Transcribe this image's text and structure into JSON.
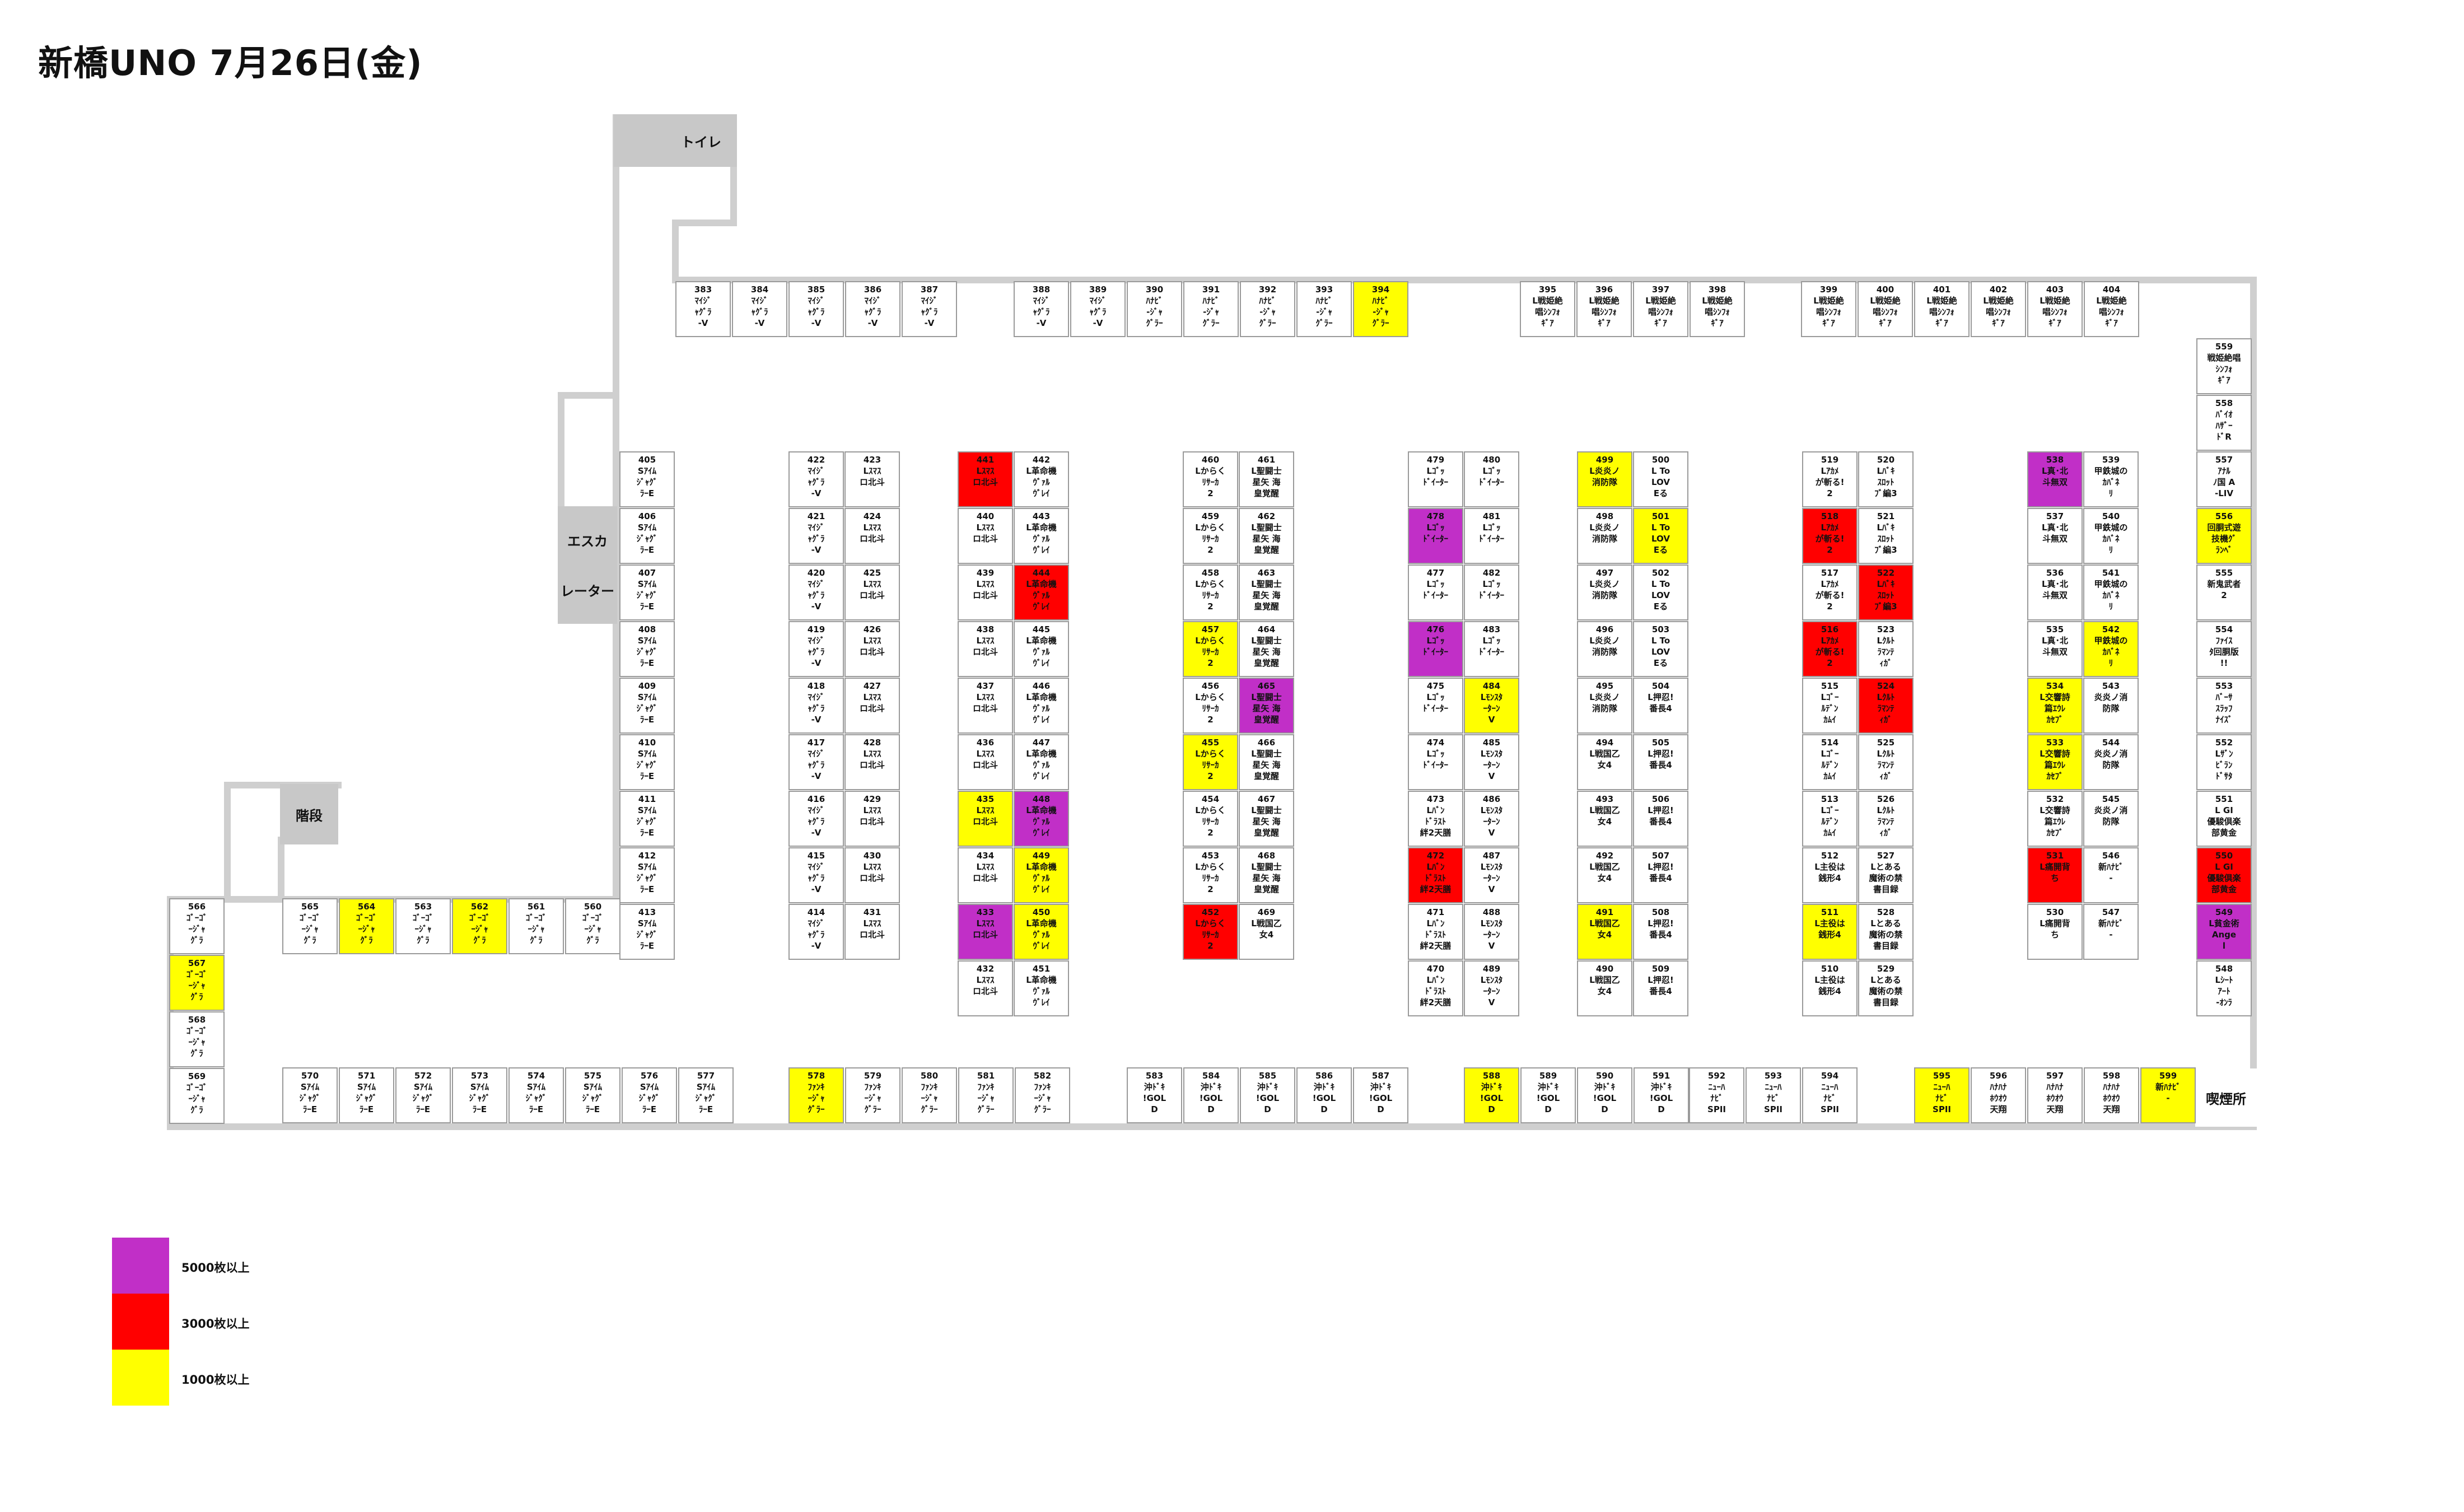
{
  "title": "新橋UNO 7月26日(金)",
  "colors": {
    "m5000": "#c12fc7",
    "m3000": "#ff0000",
    "m1000": "#ffff00"
  },
  "areas": {
    "toilet": "トイレ",
    "escalator1": "エスカ",
    "escalator2": "レーター",
    "stairs": "階段",
    "smoking": "喫煙所"
  },
  "legend": [
    {
      "label": "5000枚以上",
      "tier": "m5000"
    },
    {
      "label": "3000枚以上",
      "tier": "m3000"
    },
    {
      "label": "1000枚以上",
      "tier": "m1000"
    }
  ],
  "machines": [
    {
      "n": "383",
      "t": "ﾏｲｼﾞ\nｬｸﾞﾗ\n-V"
    },
    {
      "n": "384",
      "t": "ﾏｲｼﾞ\nｬｸﾞﾗ\n-V"
    },
    {
      "n": "385",
      "t": "ﾏｲｼﾞ\nｬｸﾞﾗ\n-V"
    },
    {
      "n": "386",
      "t": "ﾏｲｼﾞ\nｬｸﾞﾗ\n-V"
    },
    {
      "n": "387",
      "t": "ﾏｲｼﾞ\nｬｸﾞﾗ\n-V"
    },
    {
      "n": "388",
      "t": "ﾏｲｼﾞ\nｬｸﾞﾗ\n-V"
    },
    {
      "n": "389",
      "t": "ﾏｲｼﾞ\nｬｸﾞﾗ\n-V"
    },
    {
      "n": "390",
      "t": "ﾊﾅﾋﾞ\n-ｼﾞｬ\nｸﾞﾗｰ"
    },
    {
      "n": "391",
      "t": "ﾊﾅﾋﾞ\n-ｼﾞｬ\nｸﾞﾗｰ"
    },
    {
      "n": "392",
      "t": "ﾊﾅﾋﾞ\n-ｼﾞｬ\nｸﾞﾗｰ"
    },
    {
      "n": "393",
      "t": "ﾊﾅﾋﾞ\n-ｼﾞｬ\nｸﾞﾗｰ"
    },
    {
      "n": "394",
      "t": "ﾊﾅﾋﾞ\n-ｼﾞｬ\nｸﾞﾗｰ",
      "c": "m1000"
    },
    {
      "n": "395",
      "t": "L戦姫絶\n唱ｼﾝﾌｫ\nｷﾞｱ"
    },
    {
      "n": "396",
      "t": "L戦姫絶\n唱ｼﾝﾌｫ\nｷﾞｱ"
    },
    {
      "n": "397",
      "t": "L戦姫絶\n唱ｼﾝﾌｫ\nｷﾞｱ"
    },
    {
      "n": "398",
      "t": "L戦姫絶\n唱ｼﾝﾌｫ\nｷﾞｱ"
    },
    {
      "n": "399",
      "t": "L戦姫絶\n唱ｼﾝﾌｫ\nｷﾞｱ"
    },
    {
      "n": "400",
      "t": "L戦姫絶\n唱ｼﾝﾌｫ\nｷﾞｱ"
    },
    {
      "n": "401",
      "t": "L戦姫絶\n唱ｼﾝﾌｫ\nｷﾞｱ"
    },
    {
      "n": "402",
      "t": "L戦姫絶\n唱ｼﾝﾌｫ\nｷﾞｱ"
    },
    {
      "n": "403",
      "t": "L戦姫絶\n唱ｼﾝﾌｫ\nｷﾞｱ"
    },
    {
      "n": "404",
      "t": "L戦姫絶\n唱ｼﾝﾌｫ\nｷﾞｱ"
    },
    {
      "n": "405",
      "t": "Sｱｲﾑ\nｼﾞｬｸﾞ\nﾗｰE"
    },
    {
      "n": "406",
      "t": "Sｱｲﾑ\nｼﾞｬｸﾞ\nﾗｰE"
    },
    {
      "n": "407",
      "t": "Sｱｲﾑ\nｼﾞｬｸﾞ\nﾗｰE"
    },
    {
      "n": "408",
      "t": "Sｱｲﾑ\nｼﾞｬｸﾞ\nﾗｰE"
    },
    {
      "n": "409",
      "t": "Sｱｲﾑ\nｼﾞｬｸﾞ\nﾗｰE"
    },
    {
      "n": "410",
      "t": "Sｱｲﾑ\nｼﾞｬｸﾞ\nﾗｰE"
    },
    {
      "n": "411",
      "t": "Sｱｲﾑ\nｼﾞｬｸﾞ\nﾗｰE"
    },
    {
      "n": "412",
      "t": "Sｱｲﾑ\nｼﾞｬｸﾞ\nﾗｰE"
    },
    {
      "n": "413",
      "t": "Sｱｲﾑ\nｼﾞｬｸﾞ\nﾗｰE"
    },
    {
      "n": "422",
      "t": "ﾏｲｼﾞ\nｬｸﾞﾗ\n-V"
    },
    {
      "n": "421",
      "t": "ﾏｲｼﾞ\nｬｸﾞﾗ\n-V"
    },
    {
      "n": "420",
      "t": "ﾏｲｼﾞ\nｬｸﾞﾗ\n-V"
    },
    {
      "n": "419",
      "t": "ﾏｲｼﾞ\nｬｸﾞﾗ\n-V"
    },
    {
      "n": "418",
      "t": "ﾏｲｼﾞ\nｬｸﾞﾗ\n-V"
    },
    {
      "n": "417",
      "t": "ﾏｲｼﾞ\nｬｸﾞﾗ\n-V"
    },
    {
      "n": "416",
      "t": "ﾏｲｼﾞ\nｬｸﾞﾗ\n-V"
    },
    {
      "n": "415",
      "t": "ﾏｲｼﾞ\nｬｸﾞﾗ\n-V"
    },
    {
      "n": "414",
      "t": "ﾏｲｼﾞ\nｬｸﾞﾗ\n-V"
    },
    {
      "n": "423",
      "t": "Lｽﾏｽ\n ロ北斗"
    },
    {
      "n": "424",
      "t": "Lｽﾏｽ\n ロ北斗"
    },
    {
      "n": "425",
      "t": "Lｽﾏｽ\n ロ北斗"
    },
    {
      "n": "426",
      "t": "Lｽﾏｽ\n ロ北斗"
    },
    {
      "n": "427",
      "t": "Lｽﾏｽ\n ロ北斗"
    },
    {
      "n": "428",
      "t": "Lｽﾏｽ\n ロ北斗"
    },
    {
      "n": "429",
      "t": "Lｽﾏｽ\n ロ北斗"
    },
    {
      "n": "430",
      "t": "Lｽﾏｽ\n ロ北斗"
    },
    {
      "n": "431",
      "t": "Lｽﾏｽ\n ロ北斗"
    },
    {
      "n": "441",
      "t": "Lｽﾏｽ\n ロ北斗",
      "c": "m3000"
    },
    {
      "n": "440",
      "t": "Lｽﾏｽ\n ロ北斗"
    },
    {
      "n": "439",
      "t": "Lｽﾏｽ\n ロ北斗"
    },
    {
      "n": "438",
      "t": "Lｽﾏｽ\n ロ北斗"
    },
    {
      "n": "437",
      "t": "Lｽﾏｽ\n ロ北斗"
    },
    {
      "n": "436",
      "t": "Lｽﾏｽ\n ロ北斗"
    },
    {
      "n": "435",
      "t": "Lｽﾏｽ\n ロ北斗",
      "c": "m1000"
    },
    {
      "n": "434",
      "t": "Lｽﾏｽ\n ロ北斗"
    },
    {
      "n": "433",
      "t": "Lｽﾏｽ\n ロ北斗",
      "c": "m5000"
    },
    {
      "n": "432",
      "t": "Lｽﾏｽ\n ロ北斗"
    },
    {
      "n": "442",
      "t": "L革命機\nｳﾞｧﾙ\nｳﾞﾚｲ"
    },
    {
      "n": "443",
      "t": "L革命機\nｳﾞｧﾙ\nｳﾞﾚｲ"
    },
    {
      "n": "444",
      "t": "L革命機\nｳﾞｧﾙ\nｳﾞﾚｲ",
      "c": "m3000"
    },
    {
      "n": "445",
      "t": "L革命機\nｳﾞｧﾙ\nｳﾞﾚｲ"
    },
    {
      "n": "446",
      "t": "L革命機\nｳﾞｧﾙ\nｳﾞﾚｲ"
    },
    {
      "n": "447",
      "t": "L革命機\nｳﾞｧﾙ\nｳﾞﾚｲ"
    },
    {
      "n": "448",
      "t": "L革命機\nｳﾞｧﾙ\nｳﾞﾚｲ",
      "c": "m5000"
    },
    {
      "n": "449",
      "t": "L革命機\nｳﾞｧﾙ\nｳﾞﾚｲ",
      "c": "m1000"
    },
    {
      "n": "450",
      "t": "L革命機\nｳﾞｧﾙ\nｳﾞﾚｲ",
      "c": "m1000"
    },
    {
      "n": "451",
      "t": "L革命機\nｳﾞｧﾙ\nｳﾞﾚｲ"
    },
    {
      "n": "460",
      "t": "Lからく\nﾘｻｰｶ\n2"
    },
    {
      "n": "459",
      "t": "Lからく\nﾘｻｰｶ\n2"
    },
    {
      "n": "458",
      "t": "Lからく\nﾘｻｰｶ\n2"
    },
    {
      "n": "457",
      "t": "Lからく\nﾘｻｰｶ\n2",
      "c": "m1000"
    },
    {
      "n": "456",
      "t": "Lからく\nﾘｻｰｶ\n2"
    },
    {
      "n": "455",
      "t": "Lからく\nﾘｻｰｶ\n2",
      "c": "m1000"
    },
    {
      "n": "454",
      "t": "Lからく\nﾘｻｰｶ\n2"
    },
    {
      "n": "453",
      "t": "Lからく\nﾘｻｰｶ\n2"
    },
    {
      "n": "452",
      "t": "Lからく\nﾘｻｰｶ\n2",
      "c": "m3000"
    },
    {
      "n": "461",
      "t": "L聖闘士\n星矢 海\n皇覚醒"
    },
    {
      "n": "462",
      "t": "L聖闘士\n星矢 海\n皇覚醒"
    },
    {
      "n": "463",
      "t": "L聖闘士\n星矢 海\n皇覚醒"
    },
    {
      "n": "464",
      "t": "L聖闘士\n星矢 海\n皇覚醒"
    },
    {
      "n": "465",
      "t": "L聖闘士\n星矢 海\n皇覚醒",
      "c": "m5000"
    },
    {
      "n": "466",
      "t": "L聖闘士\n星矢 海\n皇覚醒"
    },
    {
      "n": "467",
      "t": "L聖闘士\n星矢 海\n皇覚醒"
    },
    {
      "n": "468",
      "t": "L聖闘士\n星矢 海\n皇覚醒"
    },
    {
      "n": "469",
      "t": "L戦国乙\n女4"
    },
    {
      "n": "479",
      "t": "Lｺﾞｯ\nﾄﾞｲｰﾀｰ"
    },
    {
      "n": "478",
      "t": "Lｺﾞｯ\nﾄﾞｲｰﾀｰ",
      "c": "m5000"
    },
    {
      "n": "477",
      "t": "Lｺﾞｯ\nﾄﾞｲｰﾀｰ"
    },
    {
      "n": "476",
      "t": "Lｺﾞｯ\nﾄﾞｲｰﾀｰ",
      "c": "m5000"
    },
    {
      "n": "475",
      "t": "Lｺﾞｯ\nﾄﾞｲｰﾀｰ"
    },
    {
      "n": "474",
      "t": "Lｺﾞｯ\nﾄﾞｲｰﾀｰ"
    },
    {
      "n": "473",
      "t": "Lﾊﾞﾝ\nﾄﾞﾗｽﾄ\n絆2天膳"
    },
    {
      "n": "472",
      "t": "Lﾊﾞﾝ\nﾄﾞﾗｽﾄ\n絆2天膳",
      "c": "m3000"
    },
    {
      "n": "471",
      "t": "Lﾊﾞﾝ\nﾄﾞﾗｽﾄ\n絆2天膳"
    },
    {
      "n": "470",
      "t": "Lﾊﾞﾝ\nﾄﾞﾗｽﾄ\n絆2天膳"
    },
    {
      "n": "480",
      "t": "Lｺﾞｯ\nﾄﾞｲｰﾀｰ"
    },
    {
      "n": "481",
      "t": "Lｺﾞｯ\nﾄﾞｲｰﾀｰ"
    },
    {
      "n": "482",
      "t": "Lｺﾞｯ\nﾄﾞｲｰﾀｰ"
    },
    {
      "n": "483",
      "t": "Lｺﾞｯ\nﾄﾞｲｰﾀｰ"
    },
    {
      "n": "484",
      "t": "Lﾓﾝｽﾀ\nｰﾀｰﾝ\nV",
      "c": "m1000"
    },
    {
      "n": "485",
      "t": "Lﾓﾝｽﾀ\nｰﾀｰﾝ\nV"
    },
    {
      "n": "486",
      "t": "Lﾓﾝｽﾀ\nｰﾀｰﾝ\nV"
    },
    {
      "n": "487",
      "t": "Lﾓﾝｽﾀ\nｰﾀｰﾝ\nV"
    },
    {
      "n": "488",
      "t": "Lﾓﾝｽﾀ\nｰﾀｰﾝ\nV"
    },
    {
      "n": "489",
      "t": "Lﾓﾝｽﾀ\nｰﾀｰﾝ\nV"
    },
    {
      "n": "499",
      "t": "L炎炎ノ\n消防隊",
      "c": "m1000"
    },
    {
      "n": "498",
      "t": "L炎炎ノ\n消防隊"
    },
    {
      "n": "497",
      "t": "L炎炎ノ\n消防隊"
    },
    {
      "n": "496",
      "t": "L炎炎ノ\n消防隊"
    },
    {
      "n": "495",
      "t": "L炎炎ノ\n消防隊"
    },
    {
      "n": "494",
      "t": "L戦国乙\n女4"
    },
    {
      "n": "493",
      "t": "L戦国乙\n女4"
    },
    {
      "n": "492",
      "t": "L戦国乙\n女4"
    },
    {
      "n": "491",
      "t": "L戦国乙\n女4",
      "c": "m1000"
    },
    {
      "n": "490",
      "t": "L戦国乙\n女4"
    },
    {
      "n": "500",
      "t": "L To\nLOV\nEる"
    },
    {
      "n": "501",
      "t": "L To\nLOV\nEる",
      "c": "m1000"
    },
    {
      "n": "502",
      "t": "L To\nLOV\nEる"
    },
    {
      "n": "503",
      "t": "L To\nLOV\nEる"
    },
    {
      "n": "504",
      "t": "L押忍!\n番長4"
    },
    {
      "n": "505",
      "t": "L押忍!\n番長4"
    },
    {
      "n": "506",
      "t": "L押忍!\n番長4"
    },
    {
      "n": "507",
      "t": "L押忍!\n番長4"
    },
    {
      "n": "508",
      "t": "L押忍!\n番長4"
    },
    {
      "n": "509",
      "t": "L押忍!\n番長4"
    },
    {
      "n": "519",
      "t": "Lｱｶﾒ\nが斬る!\n2"
    },
    {
      "n": "518",
      "t": "Lｱｶﾒ\nが斬る!\n2",
      "c": "m3000"
    },
    {
      "n": "517",
      "t": "Lｱｶﾒ\nが斬る!\n2"
    },
    {
      "n": "516",
      "t": "Lｱｶﾒ\nが斬る!\n2",
      "c": "m3000"
    },
    {
      "n": "515",
      "t": "Lｺﾞｰ\nﾙﾃﾞﾝ\nｶﾑｲ"
    },
    {
      "n": "514",
      "t": "Lｺﾞｰ\nﾙﾃﾞﾝ\nｶﾑｲ"
    },
    {
      "n": "513",
      "t": "Lｺﾞｰ\nﾙﾃﾞﾝ\nｶﾑｲ"
    },
    {
      "n": "512",
      "t": "L主役は\n銭形4"
    },
    {
      "n": "511",
      "t": "L主役は\n銭形4",
      "c": "m1000"
    },
    {
      "n": "510",
      "t": "L主役は\n銭形4"
    },
    {
      "n": "520",
      "t": "Lﾊﾞｷ\nｽﾛｯﾄ\nﾌﾞ編3"
    },
    {
      "n": "521",
      "t": "Lﾊﾞｷ\nｽﾛｯﾄ\nﾌﾞ編3"
    },
    {
      "n": "522",
      "t": "Lﾊﾞｷ\nｽﾛｯﾄ\nﾌﾞ編3",
      "c": "m3000"
    },
    {
      "n": "523",
      "t": "Lｸﾙﾄ\nﾗﾏﾝﾃ\nｨｶﾞ"
    },
    {
      "n": "524",
      "t": "Lｸﾙﾄ\nﾗﾏﾝﾃ\nｨｶﾞ",
      "c": "m3000"
    },
    {
      "n": "525",
      "t": "Lｸﾙﾄ\nﾗﾏﾝﾃ\nｨｶﾞ"
    },
    {
      "n": "526",
      "t": "Lｸﾙﾄ\nﾗﾏﾝﾃ\nｨｶﾞ"
    },
    {
      "n": "527",
      "t": "Lとある\n魔術の禁\n書目録"
    },
    {
      "n": "528",
      "t": "Lとある\n魔術の禁\n書目録"
    },
    {
      "n": "529",
      "t": "Lとある\n魔術の禁\n書目録"
    },
    {
      "n": "538",
      "t": "L真･北\n斗無双",
      "c": "m5000"
    },
    {
      "n": "537",
      "t": "L真･北\n斗無双"
    },
    {
      "n": "536",
      "t": "L真･北\n斗無双"
    },
    {
      "n": "535",
      "t": "L真･北\n斗無双"
    },
    {
      "n": "534",
      "t": "L交響詩\n篇ｴｳﾚ\nｶｾﾌﾞ",
      "c": "m1000"
    },
    {
      "n": "533",
      "t": "L交響詩\n篇ｴｳﾚ\nｶｾﾌﾞ",
      "c": "m1000"
    },
    {
      "n": "532",
      "t": "L交響詩\n篇ｴｳﾚ\nｶｾﾌﾞ"
    },
    {
      "n": "531",
      "t": "L痛開背\nち",
      "c": "m3000"
    },
    {
      "n": "530",
      "t": "L痛開背\nち"
    },
    {
      "n": "539",
      "t": "甲鉄城の\nｶﾊﾞﾈ\nﾘ"
    },
    {
      "n": "540",
      "t": "甲鉄城の\nｶﾊﾞﾈ\nﾘ"
    },
    {
      "n": "541",
      "t": "甲鉄城の\nｶﾊﾞﾈ\nﾘ"
    },
    {
      "n": "542",
      "t": "甲鉄城の\nｶﾊﾞﾈ\nﾘ",
      "c": "m1000"
    },
    {
      "n": "543",
      "t": "炎炎ノ消\n防隊"
    },
    {
      "n": "544",
      "t": "炎炎ノ消\n防隊"
    },
    {
      "n": "545",
      "t": "炎炎ノ消\n防隊"
    },
    {
      "n": "546",
      "t": "新ﾊﾅﾋﾞ\n-"
    },
    {
      "n": "547",
      "t": "新ﾊﾅﾋﾞ\n-"
    },
    {
      "n": "559",
      "t": "戦姫絶唱\nｼﾝﾌｫ\nｷﾞｱ"
    },
    {
      "n": "558",
      "t": "ﾊﾞｲｵ\nﾊｻﾞｰ\nﾄﾞR"
    },
    {
      "n": "557",
      "t": "ｱﾅﾙ\nﾉ国 A\n-LIV"
    },
    {
      "n": "556",
      "t": "回胴式遊\n技機ｸﾞ\nﾗﾝﾍﾞ",
      "c": "m1000"
    },
    {
      "n": "555",
      "t": "新鬼武者\n2"
    },
    {
      "n": "554",
      "t": "ﾌｧｲｽ\nﾀ回胴版\n!!"
    },
    {
      "n": "553",
      "t": "ﾊﾞｰｻ\nｽﾗｯﾌ\nﾅｲｽﾞ"
    },
    {
      "n": "552",
      "t": "Lｻﾞﾝ\nﾋﾞﾗﾝ\nﾄﾞｻﾀ"
    },
    {
      "n": "551",
      "t": "L GI\n優駿倶楽\n部黄金"
    },
    {
      "n": "550",
      "t": "L GI\n優駿倶楽\n部黄金",
      "c": "m3000"
    },
    {
      "n": "549",
      "t": "L貧金術\nAnge\nl",
      "c": "m5000"
    },
    {
      "n": "548",
      "t": "Lｼｰﾄ\nｱｰﾄ\n-ｵﾝﾗ"
    },
    {
      "n": "566",
      "t": "ｺﾞｰｺﾞ\nｰｼﾞｬ\nｸﾞﾗ"
    },
    {
      "n": "567",
      "t": "ｺﾞｰｺﾞ\nｰｼﾞｬ\nｸﾞﾗ",
      "c": "m1000"
    },
    {
      "n": "568",
      "t": "ｺﾞｰｺﾞ\nｰｼﾞｬ\nｸﾞﾗ"
    },
    {
      "n": "569",
      "t": "ｺﾞｰｺﾞ\nｰｼﾞｬ\nｸﾞﾗ"
    },
    {
      "n": "565",
      "t": "ｺﾞｰｺﾞ\nｰｼﾞｬ\nｸﾞﾗ"
    },
    {
      "n": "564",
      "t": "ｺﾞｰｺﾞ\nｰｼﾞｬ\nｸﾞﾗ",
      "c": "m1000"
    },
    {
      "n": "563",
      "t": "ｺﾞｰｺﾞ\nｰｼﾞｬ\nｸﾞﾗ"
    },
    {
      "n": "562",
      "t": "ｺﾞｰｺﾞ\nｰｼﾞｬ\nｸﾞﾗ",
      "c": "m1000"
    },
    {
      "n": "561",
      "t": "ｺﾞｰｺﾞ\nｰｼﾞｬ\nｸﾞﾗ"
    },
    {
      "n": "560",
      "t": "ｺﾞｰｺﾞ\nｰｼﾞｬ\nｸﾞﾗ"
    },
    {
      "n": "570",
      "t": "Sｱｲﾑ\nｼﾞｬｸﾞ\nﾗｰE"
    },
    {
      "n": "571",
      "t": "Sｱｲﾑ\nｼﾞｬｸﾞ\nﾗｰE"
    },
    {
      "n": "572",
      "t": "Sｱｲﾑ\nｼﾞｬｸﾞ\nﾗｰE"
    },
    {
      "n": "573",
      "t": "Sｱｲﾑ\nｼﾞｬｸﾞ\nﾗｰE"
    },
    {
      "n": "574",
      "t": "Sｱｲﾑ\nｼﾞｬｸﾞ\nﾗｰE"
    },
    {
      "n": "575",
      "t": "Sｱｲﾑ\nｼﾞｬｸﾞ\nﾗｰE"
    },
    {
      "n": "576",
      "t": "Sｱｲﾑ\nｼﾞｬｸﾞ\nﾗｰE"
    },
    {
      "n": "577",
      "t": "Sｱｲﾑ\nｼﾞｬｸﾞ\nﾗｰE"
    },
    {
      "n": "578",
      "t": "ﾌｧﾝｷ\nｰｼﾞｬ\nｸﾞﾗｰ",
      "c": "m1000"
    },
    {
      "n": "579",
      "t": "ﾌｧﾝｷ\nｰｼﾞｬ\nｸﾞﾗｰ"
    },
    {
      "n": "580",
      "t": "ﾌｧﾝｷ\nｰｼﾞｬ\nｸﾞﾗｰ"
    },
    {
      "n": "581",
      "t": "ﾌｧﾝｷ\nｰｼﾞｬ\nｸﾞﾗｰ"
    },
    {
      "n": "582",
      "t": "ﾌｧﾝｷ\nｰｼﾞｬ\nｸﾞﾗｰ"
    },
    {
      "n": "583",
      "t": "沖ﾄﾞｷ\n!GOL\nD"
    },
    {
      "n": "584",
      "t": "沖ﾄﾞｷ\n!GOL\nD"
    },
    {
      "n": "585",
      "t": "沖ﾄﾞｷ\n!GOL\nD"
    },
    {
      "n": "586",
      "t": "沖ﾄﾞｷ\n!GOL\nD"
    },
    {
      "n": "587",
      "t": "沖ﾄﾞｷ\n!GOL\nD"
    },
    {
      "n": "588",
      "t": "沖ﾄﾞｷ\n!GOL\nD",
      "c": "m1000"
    },
    {
      "n": "589",
      "t": "沖ﾄﾞｷ\n!GOL\nD"
    },
    {
      "n": "590",
      "t": "沖ﾄﾞｷ\n!GOL\nD"
    },
    {
      "n": "591",
      "t": "沖ﾄﾞｷ\n!GOL\nD"
    },
    {
      "n": "592",
      "t": "ﾆｭｰﾊ\nﾅﾋﾞ\nSPII"
    },
    {
      "n": "593",
      "t": "ﾆｭｰﾊ\nﾅﾋﾞ\nSPII"
    },
    {
      "n": "594",
      "t": "ﾆｭｰﾊ\nﾅﾋﾞ\nSPII"
    },
    {
      "n": "595",
      "t": "ﾆｭｰﾊ\nﾅﾋﾞ\nSPII",
      "c": "m1000"
    },
    {
      "n": "596",
      "t": "ﾊﾅﾊﾅ\nﾎｳｵｳ\n天翔"
    },
    {
      "n": "597",
      "t": "ﾊﾅﾊﾅ\nﾎｳｵｳ\n天翔"
    },
    {
      "n": "598",
      "t": "ﾊﾅﾊﾅ\nﾎｳｵｳ\n天翔"
    },
    {
      "n": "599",
      "t": "新ﾊﾅﾋﾞ\n-",
      "c": "m1000"
    }
  ]
}
